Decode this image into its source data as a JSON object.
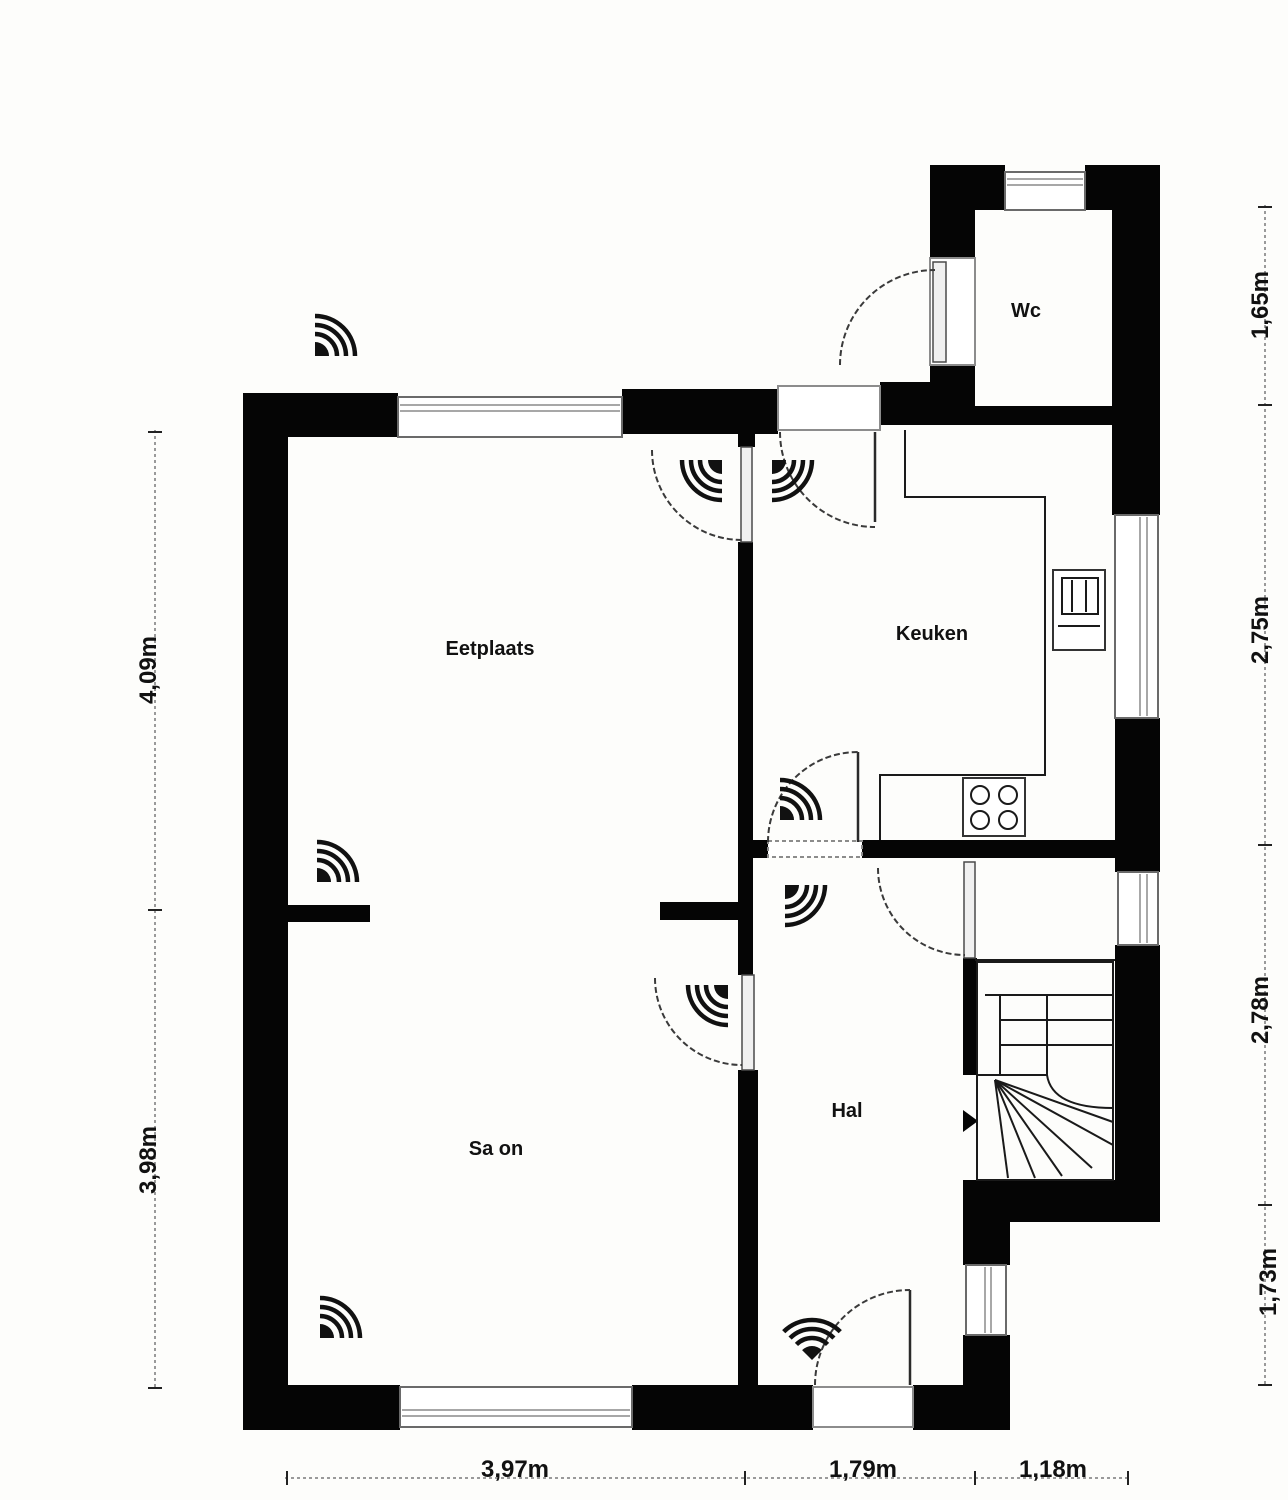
{
  "rooms": {
    "wc": "Wc",
    "eetplaats": "Eetplaats",
    "keuken": "Keuken",
    "hal": "Hal",
    "salon": "Sa on"
  },
  "dimensions": {
    "left": [
      "4,09m",
      "3,98m"
    ],
    "right": [
      "1,65m",
      "2,75m",
      "2,78m",
      "1,73m"
    ],
    "bottom": [
      "3,97m",
      "1,79m",
      "1,18m"
    ]
  },
  "colors": {
    "wall": "#050505",
    "paper": "#fdfdfb",
    "line": "#3a3a3a"
  }
}
